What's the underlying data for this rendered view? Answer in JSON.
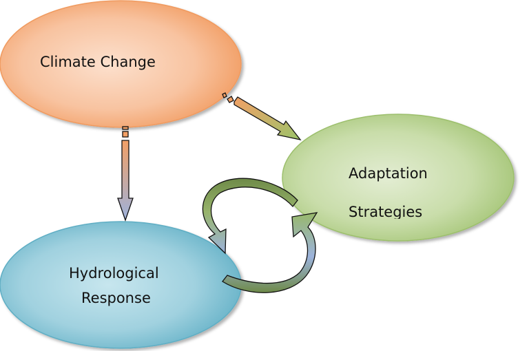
{
  "diagram": {
    "nodes": [
      {
        "id": "climate-change",
        "label_lines": [
          "Climate Change"
        ],
        "color": "#F4A46E"
      },
      {
        "id": "adaptation-strategies",
        "label_lines": [
          "Adaptation",
          "Strategies"
        ],
        "color": "#A9C77A"
      },
      {
        "id": "hydrological-response",
        "label_lines": [
          "Hydrological",
          "Response"
        ],
        "color": "#6FB8CC"
      }
    ],
    "edges": [
      {
        "from": "climate-change",
        "to": "hydrological-response",
        "type": "straight-arrow"
      },
      {
        "from": "climate-change",
        "to": "adaptation-strategies",
        "type": "straight-arrow"
      },
      {
        "from": "adaptation-strategies",
        "to": "hydrological-response",
        "type": "curved-arrow"
      },
      {
        "from": "hydrological-response",
        "to": "adaptation-strategies",
        "type": "curved-arrow"
      }
    ],
    "colors": {
      "orange": "#F4A46E",
      "green": "#A9C77A",
      "blue": "#6FB8CC",
      "arrow_dark_green": "#6E8A48",
      "arrow_blue": "#9DB3DA"
    }
  }
}
